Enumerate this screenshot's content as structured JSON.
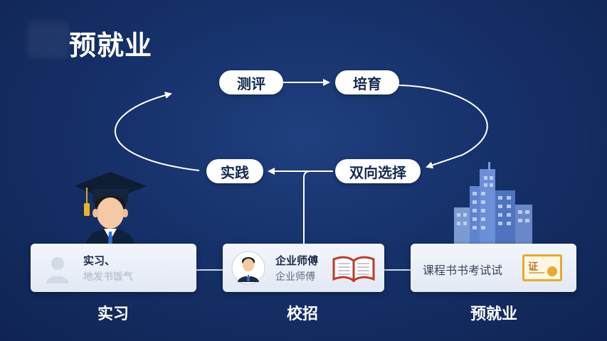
{
  "page": {
    "title": "预就业"
  },
  "cycle": {
    "nodes": {
      "assessment": "测评",
      "training": "培育",
      "practice": "实践",
      "mutual_selection": "双向选择"
    }
  },
  "cards": {
    "internship": {
      "main": "实习、",
      "sub": "地发书饭气",
      "label": "实习"
    },
    "campus": {
      "main": "企业师傅",
      "sub": "企业师傅",
      "label": "校招"
    },
    "pre_employment": {
      "text": "课程书书考试试",
      "certificate_text": "证",
      "label": "预就业"
    }
  },
  "icons": {
    "graduate": "graduate-cap-icon",
    "buildings": "city-buildings-icon",
    "open_book": "open-book-icon",
    "certificate": "certificate-icon",
    "mentor": "mentor-avatar-icon"
  },
  "colors": {
    "background": "#16316a",
    "pill_text": "#13294f",
    "connector": "#ffffff"
  }
}
